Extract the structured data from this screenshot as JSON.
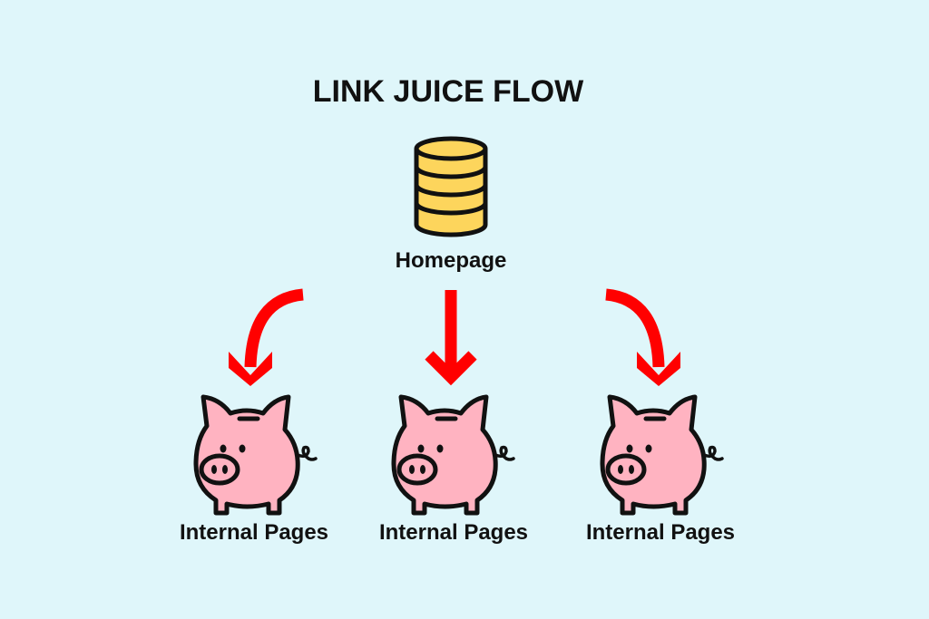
{
  "title": "LINK JUICE FLOW",
  "source": {
    "label": "Homepage",
    "icon": "coin-stack-icon"
  },
  "targets": [
    {
      "label": "Internal Pages",
      "icon": "piggy-bank-icon"
    },
    {
      "label": "Internal Pages",
      "icon": "piggy-bank-icon"
    },
    {
      "label": "Internal Pages",
      "icon": "piggy-bank-icon"
    }
  ],
  "colors": {
    "background": "#dff6fa",
    "arrow": "#ff0000",
    "coin": "#fdd55c",
    "pig": "#ffb3c1",
    "outline": "#111111"
  }
}
